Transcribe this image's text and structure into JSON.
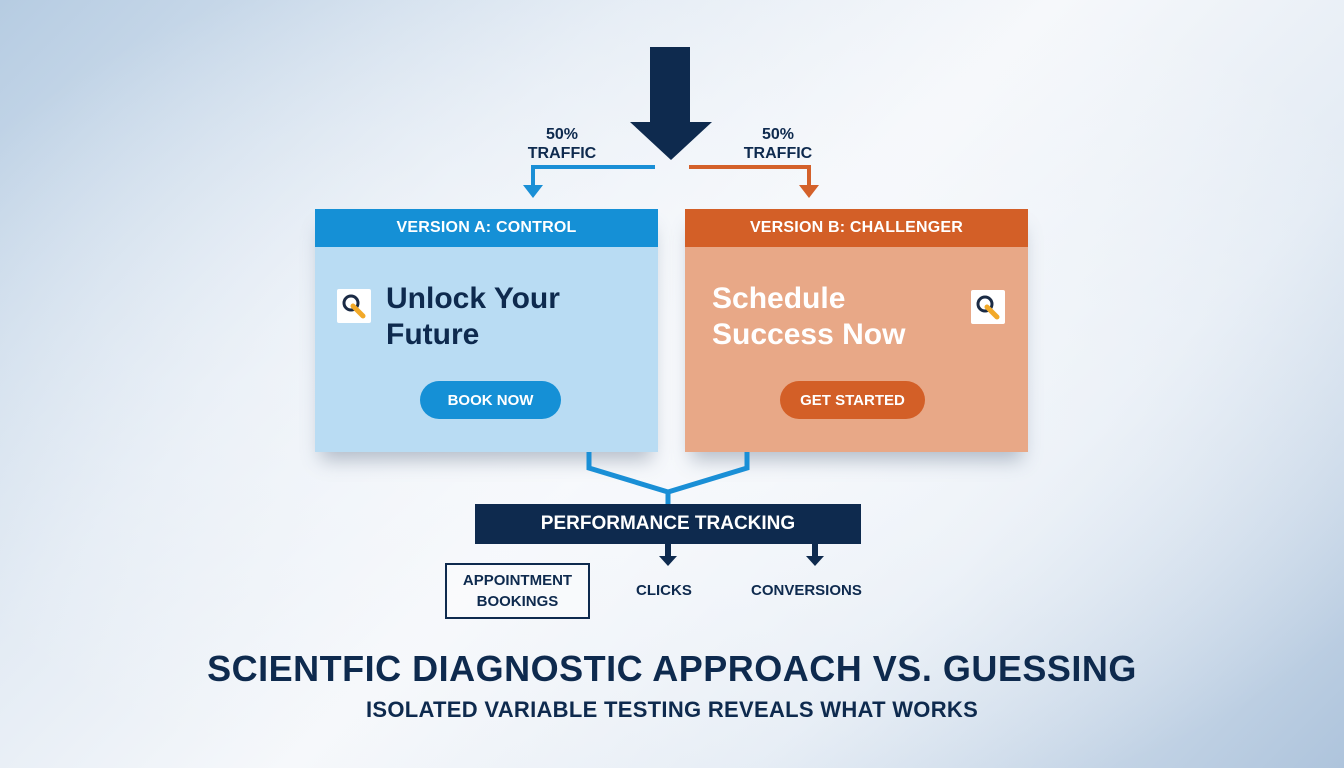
{
  "diagram": {
    "traffic_split": {
      "left_label_line1": "50%",
      "left_label_line2": "TRAFFIC",
      "right_label_line1": "50%",
      "right_label_line2": "TRAFFIC"
    },
    "version_a": {
      "header": "VERSION A: CONTROL",
      "headline_line1": "Unlock Your",
      "headline_line2": "Future",
      "cta": "BOOK NOW",
      "icon": "search-key-icon",
      "color": "#1590d6",
      "bg_color": "#b9dcf3"
    },
    "version_b": {
      "header": "VERSION B: CHALLENGER",
      "headline_line1": "Schedule",
      "headline_line2": "Success Now",
      "cta": "GET STARTED",
      "icon": "search-key-icon",
      "color": "#d35f27",
      "bg_color": "#e8a887"
    },
    "tracking": {
      "label": "PERFORMANCE TRACKING",
      "metrics": [
        {
          "line1": "APPOINTMENT",
          "line2": "BOOKINGS"
        },
        {
          "line1": "CLICKS"
        },
        {
          "line1": "CONVERSIONS"
        }
      ]
    },
    "title": "SCIENTFIC DIAGNOSTIC APPROACH VS. GUESSING",
    "subtitle": "ISOLATED VARIABLE TESTING REVEALS WHAT WORKS",
    "colors": {
      "navy": "#0e2a4e",
      "blue": "#1590d6",
      "orange": "#d35f27"
    }
  }
}
